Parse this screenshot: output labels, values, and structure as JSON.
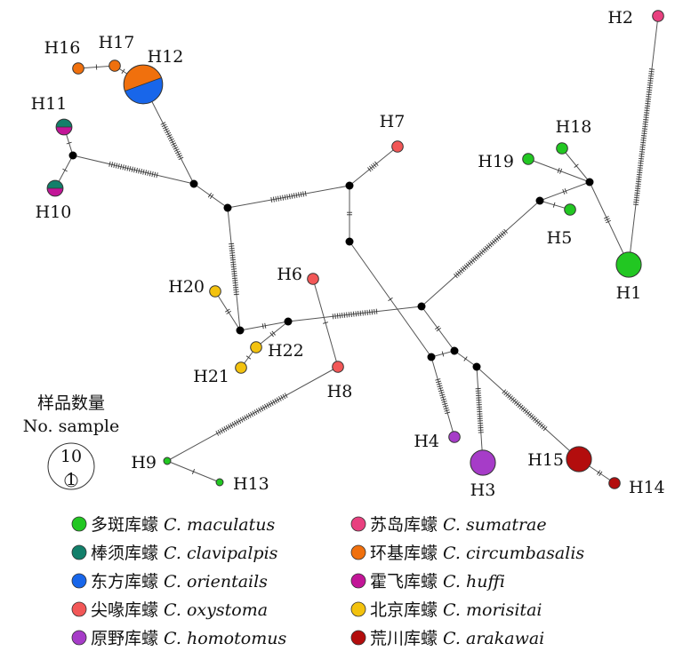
{
  "colors": {
    "maculatus": "#22c722",
    "clavipalpis": "#127f6a",
    "orientails": "#1866ea",
    "oxystoma": "#f25757",
    "homotomus": "#a63cc8",
    "sumatrae": "#e8407f",
    "circumbasalis": "#f0700d",
    "huffi": "#c21597",
    "morisitai": "#f3c20e",
    "arakawai": "#b30d0d",
    "median": "#000000",
    "edge": "#555555"
  },
  "haplotypes": [
    {
      "id": "H1",
      "label": "H1",
      "size": 5,
      "species": [
        "maculatus"
      ]
    },
    {
      "id": "H2",
      "label": "H2",
      "size": 1,
      "species": [
        "sumatrae"
      ]
    },
    {
      "id": "H3",
      "label": "H3",
      "size": 5,
      "species": [
        "homotomus"
      ]
    },
    {
      "id": "H4",
      "label": "H4",
      "size": 1,
      "species": [
        "homotomus"
      ]
    },
    {
      "id": "H5",
      "label": "H5",
      "size": 1,
      "species": [
        "maculatus"
      ]
    },
    {
      "id": "H6",
      "label": "H6",
      "size": 1,
      "species": [
        "oxystoma"
      ]
    },
    {
      "id": "H7",
      "label": "H7",
      "size": 1,
      "species": [
        "oxystoma"
      ]
    },
    {
      "id": "H8",
      "label": "H8",
      "size": 1,
      "species": [
        "oxystoma"
      ]
    },
    {
      "id": "H9",
      "label": "H9",
      "size": 0.4,
      "species": [
        "maculatus"
      ]
    },
    {
      "id": "H10",
      "label": "H10",
      "size": 2,
      "species": [
        "clavipalpis",
        "huffi"
      ]
    },
    {
      "id": "H11",
      "label": "H11",
      "size": 2,
      "species": [
        "clavipalpis",
        "huffi"
      ]
    },
    {
      "id": "H12",
      "label": "H12",
      "size": 12,
      "species": [
        "circumbasalis",
        "orientails"
      ]
    },
    {
      "id": "H13",
      "label": "H13",
      "size": 0.4,
      "species": [
        "maculatus"
      ]
    },
    {
      "id": "H14",
      "label": "H14",
      "size": 1,
      "species": [
        "arakawai"
      ]
    },
    {
      "id": "H15",
      "label": "H15",
      "size": 5,
      "species": [
        "arakawai"
      ]
    },
    {
      "id": "H16",
      "label": "H16",
      "size": 1,
      "species": [
        "circumbasalis"
      ]
    },
    {
      "id": "H17",
      "label": "H17",
      "size": 1,
      "species": [
        "circumbasalis"
      ]
    },
    {
      "id": "H18",
      "label": "H18",
      "size": 1,
      "species": [
        "maculatus"
      ]
    },
    {
      "id": "H19",
      "label": "H19",
      "size": 1,
      "species": [
        "maculatus"
      ]
    },
    {
      "id": "H20",
      "label": "H20",
      "size": 1,
      "species": [
        "morisitai"
      ]
    },
    {
      "id": "H21",
      "label": "H21",
      "size": 1,
      "species": [
        "morisitai"
      ]
    },
    {
      "id": "H22",
      "label": "H22",
      "size": 1,
      "species": [
        "morisitai"
      ]
    }
  ],
  "median_vectors": [
    "m1",
    "m2",
    "m3",
    "m4",
    "m5",
    "m6",
    "m7",
    "m8",
    "m9",
    "m10",
    "m11",
    "m12",
    "m13",
    "m14",
    "m15"
  ],
  "edges": [
    {
      "from": "H16",
      "to": "H17",
      "mutations": 1
    },
    {
      "from": "H17",
      "to": "H12",
      "mutations": 1
    },
    {
      "from": "H12",
      "to": "m2",
      "mutations": 18
    },
    {
      "from": "H11",
      "to": "m1",
      "mutations": 1
    },
    {
      "from": "H10",
      "to": "m1",
      "mutations": 1
    },
    {
      "from": "m1",
      "to": "m2",
      "mutations": 22
    },
    {
      "from": "m2",
      "to": "m3",
      "mutations": 2
    },
    {
      "from": "m3",
      "to": "m4",
      "mutations": 16
    },
    {
      "from": "m4",
      "to": "H7",
      "mutations": 5
    },
    {
      "from": "m4",
      "to": "m5",
      "mutations": 2
    },
    {
      "from": "m3",
      "to": "m6",
      "mutations": 23
    },
    {
      "from": "H20",
      "to": "m6",
      "mutations": 2
    },
    {
      "from": "m6",
      "to": "m7",
      "mutations": 2
    },
    {
      "from": "m7",
      "to": "H22",
      "mutations": 2
    },
    {
      "from": "H22",
      "to": "H21",
      "mutations": 1
    },
    {
      "from": "m7",
      "to": "m8",
      "mutations": 20
    },
    {
      "from": "m5",
      "to": "m9",
      "mutations": 1
    },
    {
      "from": "m9",
      "to": "H4",
      "mutations": 16
    },
    {
      "from": "m9",
      "to": "m10",
      "mutations": 1
    },
    {
      "from": "m10",
      "to": "m8",
      "mutations": 2
    },
    {
      "from": "m10",
      "to": "m11",
      "mutations": 1
    },
    {
      "from": "m11",
      "to": "H3",
      "mutations": 20
    },
    {
      "from": "m11",
      "to": "H15",
      "mutations": 25
    },
    {
      "from": "H15",
      "to": "H14",
      "mutations": 2
    },
    {
      "from": "H6",
      "to": "H8",
      "mutations": 1
    },
    {
      "from": "H8",
      "to": "H9",
      "mutations": 35
    },
    {
      "from": "H9",
      "to": "H13",
      "mutations": 1
    },
    {
      "from": "m8",
      "to": "m12",
      "mutations": 30
    },
    {
      "from": "m12",
      "to": "H5",
      "mutations": 1
    },
    {
      "from": "m12",
      "to": "m13",
      "mutations": 2
    },
    {
      "from": "H19",
      "to": "m13",
      "mutations": 2
    },
    {
      "from": "H18",
      "to": "m13",
      "mutations": 1
    },
    {
      "from": "m13",
      "to": "H1",
      "mutations": 3
    },
    {
      "from": "H2",
      "to": "H1",
      "mutations": 60
    }
  ],
  "scale": {
    "title": "样品数量",
    "subtitle": "No. sample",
    "value": "10",
    "small_value": "1"
  },
  "legend": [
    {
      "key": "maculatus",
      "cn": "多斑库蠓",
      "latin": "C.  maculatus"
    },
    {
      "key": "sumatrae",
      "cn": "苏岛库蠓",
      "latin": "C.  sumatrae"
    },
    {
      "key": "clavipalpis",
      "cn": "棒须库蠓",
      "latin": "C.  clavipalpis"
    },
    {
      "key": "circumbasalis",
      "cn": "环基库蠓",
      "latin": "C.  circumbasalis"
    },
    {
      "key": "orientails",
      "cn": "东方库蠓",
      "latin": "C.  orientails"
    },
    {
      "key": "huffi",
      "cn": "霍飞库蠓",
      "latin": "C.  huffi"
    },
    {
      "key": "oxystoma",
      "cn": "尖喙库蠓",
      "latin": "C.  oxystoma"
    },
    {
      "key": "morisitai",
      "cn": "北京库蠓",
      "latin": "C.  morisitai"
    },
    {
      "key": "homotomus",
      "cn": "原野库蠓",
      "latin": "C.  homotomus"
    },
    {
      "key": "arakawai",
      "cn": "荒川库蠓",
      "latin": "C.  arakawai"
    }
  ]
}
